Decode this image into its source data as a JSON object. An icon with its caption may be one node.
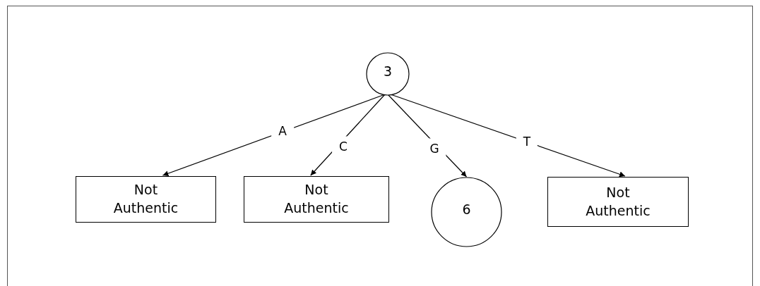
{
  "diagram": {
    "nodes": [
      {
        "text": [
          "3"
        ]
      },
      {
        "text": [
          "Not Authentic"
        ]
      },
      {
        "text": [
          "Not Authentic"
        ]
      },
      {
        "text": [
          "6"
        ]
      },
      {
        "text": [
          "Not Authentic"
        ]
      }
    ],
    "edges": [
      {
        "from": 0,
        "to": 1,
        "arrow": "to",
        "label": "A"
      },
      {
        "from": 0,
        "to": 2,
        "arrow": "to",
        "label": "C"
      },
      {
        "from": 0,
        "to": 3,
        "arrow": "to",
        "label": "G"
      },
      {
        "from": 0,
        "to": 4,
        "arrow": "to",
        "label": "T"
      }
    ]
  }
}
